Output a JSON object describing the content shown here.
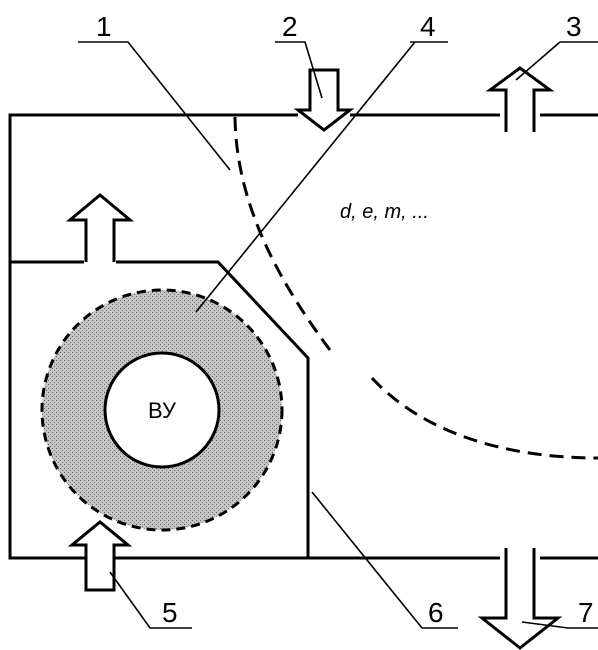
{
  "labels": {
    "l1": "1",
    "l2": "2",
    "l3": "3",
    "l4": "4",
    "l5": "5",
    "l6": "6",
    "l7": "7"
  },
  "parameters": "d, e, m, ...",
  "core_label": "ВУ",
  "colors": {
    "stroke": "#000000",
    "fill_zone": "#b8b8b8",
    "background": "#ffffff"
  }
}
